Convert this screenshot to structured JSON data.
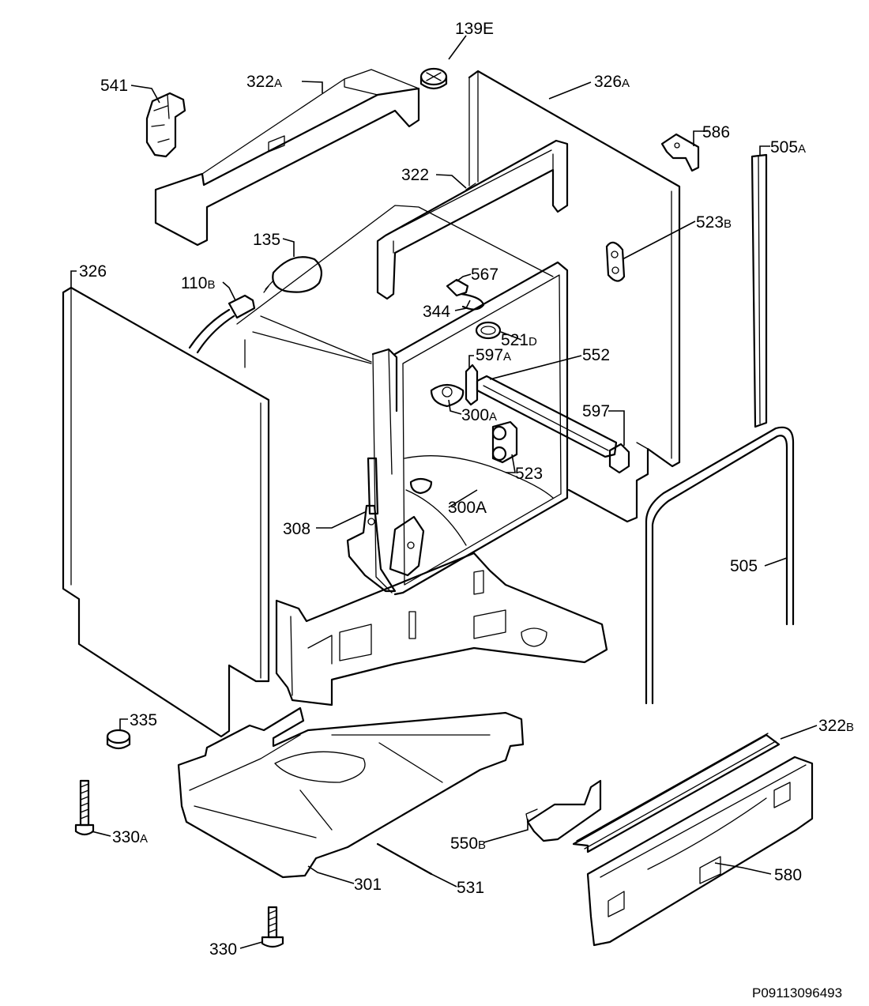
{
  "labels": {
    "l139E": "139E",
    "l541": "541",
    "l322A": {
      "num": "322",
      "suf": "A"
    },
    "l326A": {
      "num": "326",
      "suf": "A"
    },
    "l586": "586",
    "l505A": {
      "num": "505",
      "suf": "A"
    },
    "l322": "322",
    "l523B": {
      "num": "523",
      "suf": "B"
    },
    "l135": "135",
    "l326": "326",
    "l110B": {
      "num": "110",
      "suf": "B"
    },
    "l567": "567",
    "l344": "344",
    "l521D": {
      "num": "521",
      "suf": "D"
    },
    "l597A": {
      "num": "597",
      "suf": "A"
    },
    "l552": "552",
    "l300A_small": {
      "num": "300",
      "suf": "A"
    },
    "l597": "597",
    "l523": "523",
    "l300A": "300A",
    "l308": "308",
    "l505": "505",
    "l335": "335",
    "l322B": {
      "num": "322",
      "suf": "B"
    },
    "l330A": {
      "num": "330",
      "suf": "A"
    },
    "l550B": {
      "num": "550",
      "suf": "B"
    },
    "l580": "580",
    "l301": "301",
    "l531": "531",
    "l330": "330"
  },
  "drawing_code": "P09113096493"
}
